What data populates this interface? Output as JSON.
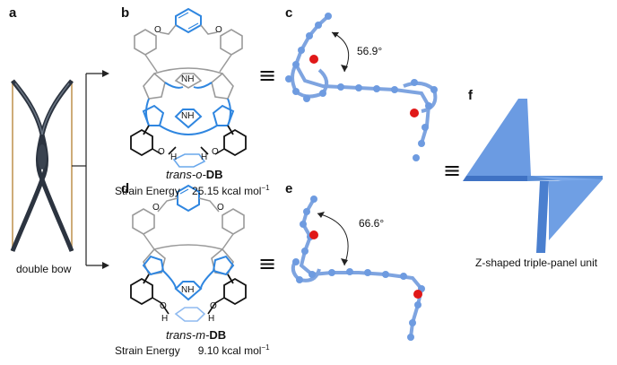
{
  "panels": {
    "a": "a",
    "b": "b",
    "c": "c",
    "d": "d",
    "e": "e",
    "f": "f"
  },
  "double_bow_label": "double bow",
  "trans_o": {
    "prefix": "trans-o-",
    "suffix": "DB"
  },
  "trans_m": {
    "prefix": "trans-m-",
    "suffix": "DB"
  },
  "strain_top": {
    "label": "Strain Energy",
    "value": "25.15 kcal mol",
    "sup": "−1"
  },
  "strain_bottom": {
    "label": "Strain Energy",
    "value": "9.10 kcal mol",
    "sup": "−1"
  },
  "angle_top": "56.9°",
  "angle_bottom": "66.6°",
  "equiv_symbol": "≡",
  "z_label": "Z-shaped triple-panel unit",
  "atom_labels": {
    "nh": "NH",
    "o": "O",
    "h": "H"
  },
  "colors": {
    "porphyrin_blue": "#2f86e0",
    "atom_blue": "#6e9be0",
    "oxygen_red": "#e01818",
    "panel_blue": "#5b8ed6",
    "grey": "#9a9a9a",
    "bow_dark": "#2c3440",
    "string_tan": "#c9a36a"
  }
}
